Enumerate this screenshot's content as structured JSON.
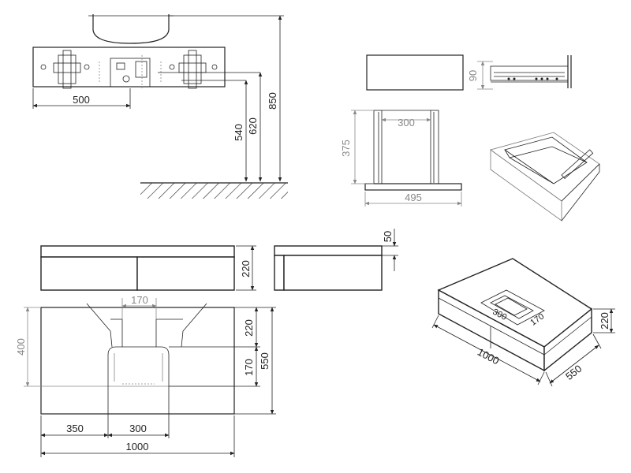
{
  "dimensions": {
    "wall_mount_spacing": "500",
    "height_540": "540",
    "height_620": "620",
    "height_850": "850",
    "drawer_front_height": "90",
    "drawer_inner_width": "300",
    "drawer_depth": "375",
    "drawer_outer_width": "495",
    "top_thickness": "50",
    "cabinet_height_front": "220",
    "plan_depth_400": "400",
    "basin_width_top": "170",
    "plan_back_220": "220",
    "plan_170": "170",
    "plan_depth_550": "550",
    "plan_offset_350": "350",
    "plan_basin_300": "300",
    "plan_total_1000": "1000",
    "iso_basin_300": "300",
    "iso_basin_170": "170",
    "iso_height_220": "220",
    "iso_length_1000": "1000",
    "iso_depth_550": "550"
  }
}
